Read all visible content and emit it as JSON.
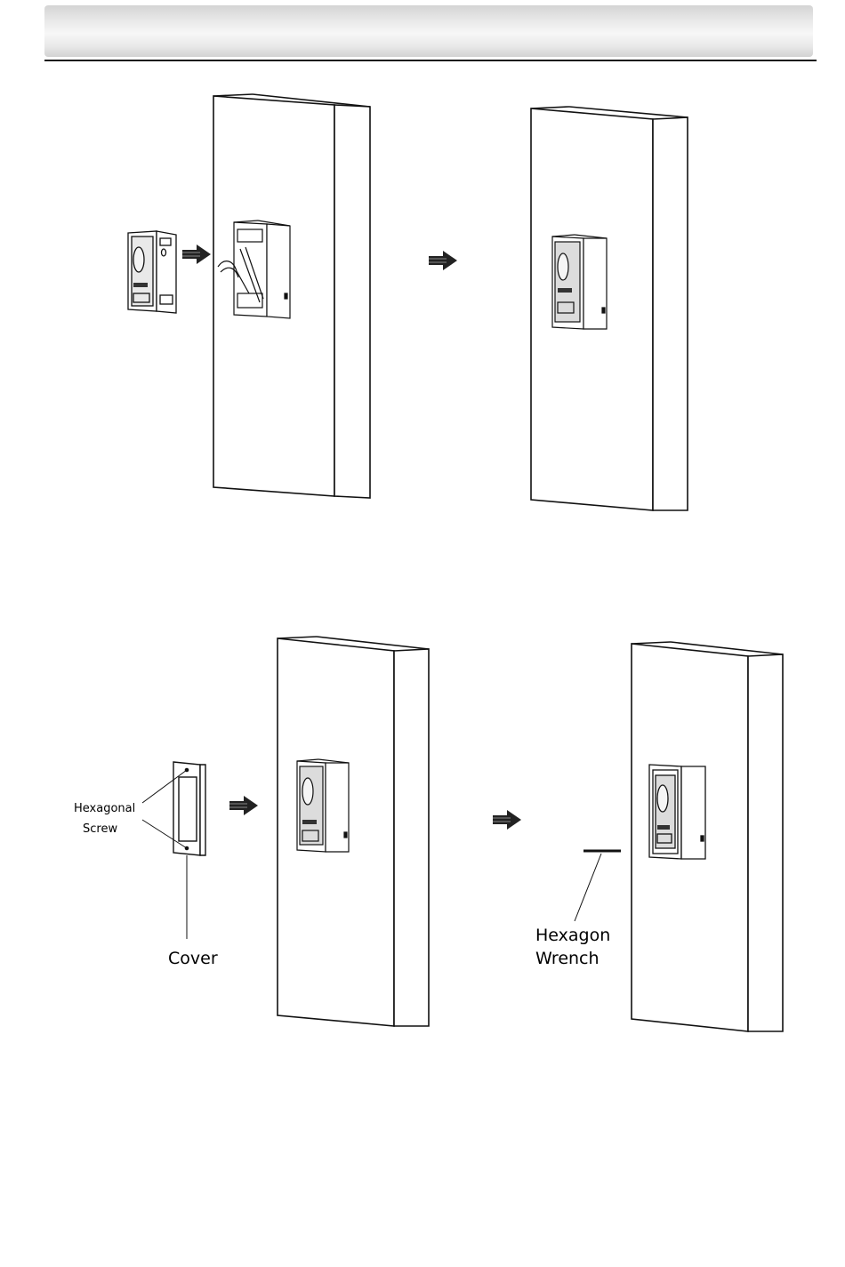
{
  "labels": {
    "hex_screw_line1": "Hexagonal",
    "hex_screw_line2": "Screw",
    "cover": "Cover",
    "wrench_line1": "Hexagon",
    "wrench_line2": "Wrench"
  },
  "icons": [
    "right-arrow-icon"
  ]
}
